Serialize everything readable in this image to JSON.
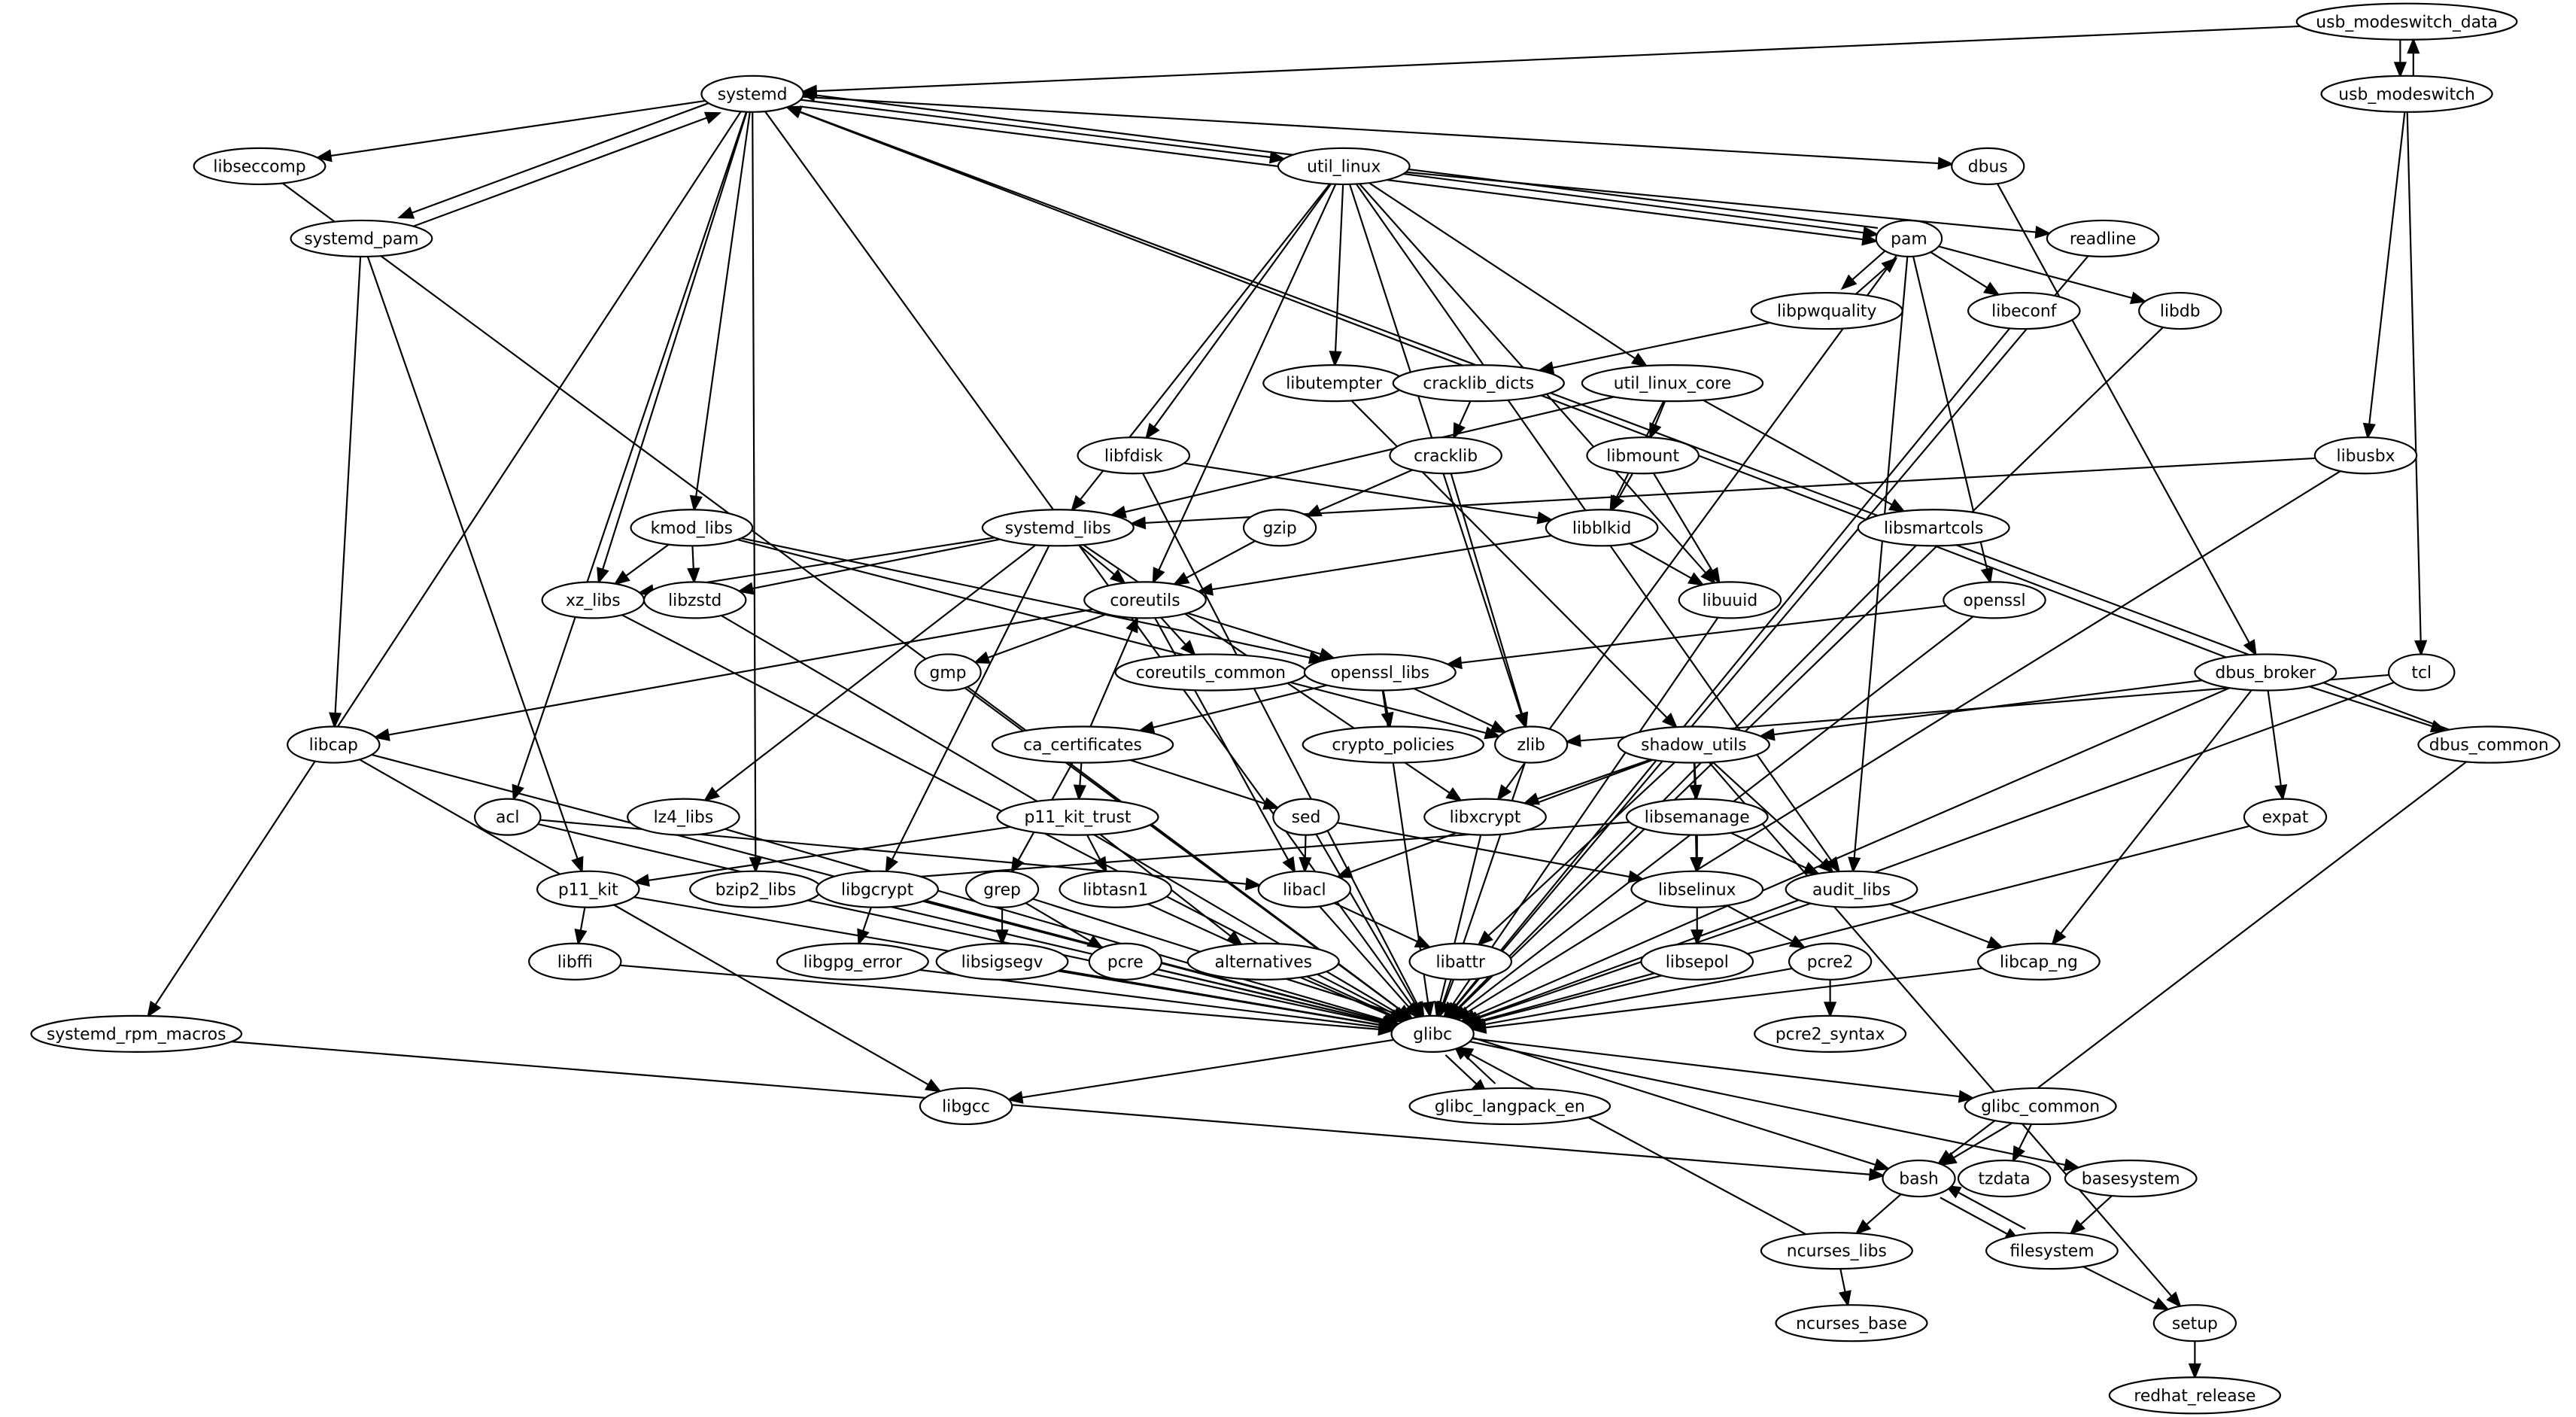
{
  "graph": {
    "nodes": [
      "usb_modeswitch_data",
      "systemd",
      "usb_modeswitch",
      "libseccomp",
      "util_linux",
      "dbus",
      "systemd_pam",
      "pam",
      "readline",
      "libpwquality",
      "libeconf",
      "libdb",
      "libutempter",
      "cracklib_dicts",
      "util_linux_core",
      "libfdisk",
      "cracklib",
      "libmount",
      "libusbx",
      "kmod_libs",
      "systemd_libs",
      "gzip",
      "libblkid",
      "libsmartcols",
      "xz_libs",
      "libzstd",
      "coreutils",
      "libuuid",
      "openssl",
      "gmp",
      "coreutils_common",
      "openssl_libs",
      "dbus_broker",
      "tcl",
      "libcap",
      "ca_certificates",
      "crypto_policies",
      "zlib",
      "shadow_utils",
      "dbus_common",
      "acl",
      "lz4_libs",
      "p11_kit_trust",
      "sed",
      "libxcrypt",
      "libsemanage",
      "expat",
      "p11_kit",
      "bzip2_libs",
      "libgcrypt",
      "grep",
      "libtasn1",
      "libacl",
      "libselinux",
      "audit_libs",
      "libffi",
      "libgpg_error",
      "libsigsegv",
      "pcre",
      "alternatives",
      "libattr",
      "libsepol",
      "pcre2",
      "libcap_ng",
      "systemd_rpm_macros",
      "glibc",
      "pcre2_syntax",
      "libgcc",
      "glibc_langpack_en",
      "glibc_common",
      "bash",
      "tzdata",
      "basesystem",
      "ncurses_libs",
      "filesystem",
      "ncurses_base",
      "setup",
      "redhat_release"
    ],
    "edges": [
      [
        "usb_modeswitch_data",
        "systemd"
      ],
      [
        "usb_modeswitch_data",
        "usb_modeswitch"
      ],
      [
        "usb_modeswitch",
        "usb_modeswitch_data"
      ],
      [
        "usb_modeswitch",
        "libusbx"
      ],
      [
        "usb_modeswitch",
        "tcl"
      ],
      [
        "systemd",
        "libseccomp"
      ],
      [
        "systemd",
        "util_linux"
      ],
      [
        "systemd",
        "dbus"
      ],
      [
        "systemd",
        "systemd_pam"
      ],
      [
        "systemd",
        "pam"
      ],
      [
        "systemd",
        "kmod_libs"
      ],
      [
        "systemd",
        "xz_libs"
      ],
      [
        "systemd",
        "acl"
      ],
      [
        "systemd",
        "bzip2_libs"
      ],
      [
        "systemd",
        "systemd_rpm_macros"
      ],
      [
        "systemd",
        "glibc"
      ],
      [
        "systemd_pam",
        "systemd"
      ],
      [
        "pam",
        "systemd"
      ],
      [
        "dbus_broker",
        "systemd"
      ],
      [
        "dbus_common",
        "systemd"
      ],
      [
        "libseccomp",
        "glibc"
      ],
      [
        "util_linux",
        "pam"
      ],
      [
        "util_linux",
        "readline"
      ],
      [
        "util_linux",
        "libutempter"
      ],
      [
        "util_linux",
        "util_linux_core"
      ],
      [
        "util_linux",
        "libfdisk"
      ],
      [
        "util_linux",
        "systemd_libs"
      ],
      [
        "util_linux",
        "coreutils"
      ],
      [
        "util_linux",
        "zlib"
      ],
      [
        "util_linux",
        "libuuid"
      ],
      [
        "util_linux",
        "audit_libs"
      ],
      [
        "systemd_pam",
        "libcap"
      ],
      [
        "systemd_pam",
        "p11_kit"
      ],
      [
        "dbus",
        "dbus_broker"
      ],
      [
        "pam",
        "libpwquality"
      ],
      [
        "pam",
        "libeconf"
      ],
      [
        "pam",
        "libdb"
      ],
      [
        "pam",
        "openssl"
      ],
      [
        "pam",
        "audit_libs"
      ],
      [
        "pam",
        "libxcrypt"
      ],
      [
        "libpwquality",
        "pam"
      ],
      [
        "libpwquality",
        "cracklib_dicts"
      ],
      [
        "readline",
        "glibc"
      ],
      [
        "libeconf",
        "glibc"
      ],
      [
        "libdb",
        "glibc"
      ],
      [
        "libutempter",
        "shadow_utils"
      ],
      [
        "cracklib_dicts",
        "cracklib"
      ],
      [
        "util_linux_core",
        "libmount"
      ],
      [
        "util_linux_core",
        "libblkid"
      ],
      [
        "util_linux_core",
        "libsmartcols"
      ],
      [
        "util_linux_core",
        "systemd_libs"
      ],
      [
        "libfdisk",
        "libblkid"
      ],
      [
        "libfdisk",
        "glibc"
      ],
      [
        "cracklib",
        "gzip"
      ],
      [
        "cracklib",
        "zlib"
      ],
      [
        "libmount",
        "libblkid"
      ],
      [
        "libmount",
        "libuuid"
      ],
      [
        "libusbx",
        "systemd_libs"
      ],
      [
        "libusbx",
        "glibc"
      ],
      [
        "kmod_libs",
        "xz_libs"
      ],
      [
        "kmod_libs",
        "libzstd"
      ],
      [
        "kmod_libs",
        "openssl_libs"
      ],
      [
        "kmod_libs",
        "zlib"
      ],
      [
        "systemd_libs",
        "xz_libs"
      ],
      [
        "systemd_libs",
        "libzstd"
      ],
      [
        "systemd_libs",
        "lz4_libs"
      ],
      [
        "systemd_libs",
        "libgcrypt"
      ],
      [
        "systemd_libs",
        "coreutils"
      ],
      [
        "systemd_libs",
        "libxcrypt"
      ],
      [
        "gzip",
        "coreutils"
      ],
      [
        "libblkid",
        "coreutils"
      ],
      [
        "libblkid",
        "libuuid"
      ],
      [
        "libsmartcols",
        "glibc"
      ],
      [
        "xz_libs",
        "glibc"
      ],
      [
        "libzstd",
        "glibc"
      ],
      [
        "coreutils",
        "gmp"
      ],
      [
        "coreutils",
        "coreutils_common"
      ],
      [
        "coreutils",
        "openssl_libs"
      ],
      [
        "coreutils",
        "libcap"
      ],
      [
        "coreutils",
        "libacl"
      ],
      [
        "libuuid",
        "glibc"
      ],
      [
        "openssl",
        "openssl_libs"
      ],
      [
        "openssl",
        "glibc"
      ],
      [
        "gmp",
        "glibc"
      ],
      [
        "openssl_libs",
        "ca_certificates"
      ],
      [
        "openssl_libs",
        "crypto_policies"
      ],
      [
        "openssl_libs",
        "zlib"
      ],
      [
        "openssl_libs",
        "glibc"
      ],
      [
        "dbus_broker",
        "shadow_utils"
      ],
      [
        "dbus_broker",
        "expat"
      ],
      [
        "dbus_broker",
        "dbus_common"
      ],
      [
        "dbus_broker",
        "libcap_ng"
      ],
      [
        "dbus_broker",
        "glibc"
      ],
      [
        "tcl",
        "zlib"
      ],
      [
        "tcl",
        "glibc"
      ],
      [
        "libcap",
        "glibc"
      ],
      [
        "libcap",
        "libgcc"
      ],
      [
        "ca_certificates",
        "coreutils"
      ],
      [
        "ca_certificates",
        "p11_kit_trust"
      ],
      [
        "ca_certificates",
        "grep"
      ],
      [
        "ca_certificates",
        "sed"
      ],
      [
        "zlib",
        "glibc"
      ],
      [
        "shadow_utils",
        "libxcrypt"
      ],
      [
        "shadow_utils",
        "libsemanage"
      ],
      [
        "shadow_utils",
        "libselinux"
      ],
      [
        "shadow_utils",
        "audit_libs"
      ],
      [
        "shadow_utils",
        "libattr"
      ],
      [
        "shadow_utils",
        "setup"
      ],
      [
        "shadow_utils",
        "libacl"
      ],
      [
        "dbus_common",
        "bash"
      ],
      [
        "acl",
        "libacl"
      ],
      [
        "acl",
        "glibc"
      ],
      [
        "lz4_libs",
        "glibc"
      ],
      [
        "p11_kit_trust",
        "p11_kit"
      ],
      [
        "p11_kit_trust",
        "libtasn1"
      ],
      [
        "p11_kit_trust",
        "alternatives"
      ],
      [
        "sed",
        "libacl"
      ],
      [
        "sed",
        "libselinux"
      ],
      [
        "sed",
        "glibc"
      ],
      [
        "libxcrypt",
        "glibc"
      ],
      [
        "libsemanage",
        "libselinux"
      ],
      [
        "libsemanage",
        "audit_libs"
      ],
      [
        "libsemanage",
        "bzip2_libs"
      ],
      [
        "expat",
        "glibc"
      ],
      [
        "p11_kit",
        "libffi"
      ],
      [
        "p11_kit",
        "glibc"
      ],
      [
        "bzip2_libs",
        "glibc"
      ],
      [
        "libgcrypt",
        "libgpg_error"
      ],
      [
        "libgcrypt",
        "glibc"
      ],
      [
        "grep",
        "libsigsegv"
      ],
      [
        "grep",
        "pcre"
      ],
      [
        "grep",
        "bash"
      ],
      [
        "libtasn1",
        "glibc"
      ],
      [
        "libacl",
        "libattr"
      ],
      [
        "libacl",
        "glibc"
      ],
      [
        "libselinux",
        "libsepol"
      ],
      [
        "libselinux",
        "pcre2"
      ],
      [
        "audit_libs",
        "libcap_ng"
      ],
      [
        "audit_libs",
        "glibc"
      ],
      [
        "libffi",
        "glibc"
      ],
      [
        "libsigsegv",
        "glibc"
      ],
      [
        "pcre",
        "glibc"
      ],
      [
        "alternatives",
        "glibc"
      ],
      [
        "libattr",
        "glibc"
      ],
      [
        "libsepol",
        "glibc"
      ],
      [
        "pcre2",
        "glibc"
      ],
      [
        "libgpg_error",
        "glibc"
      ],
      [
        "libcap_ng",
        "glibc"
      ],
      [
        "pcre2",
        "pcre2_syntax"
      ],
      [
        "systemd_rpm_macros",
        "bash"
      ],
      [
        "glibc",
        "libgcc"
      ],
      [
        "glibc",
        "glibc_langpack_en"
      ],
      [
        "glibc",
        "glibc_common"
      ],
      [
        "glibc",
        "basesystem"
      ],
      [
        "glibc_langpack_en",
        "glibc"
      ],
      [
        "glibc_common",
        "bash"
      ],
      [
        "glibc_common",
        "tzdata"
      ],
      [
        "bash",
        "ncurses_libs"
      ],
      [
        "bash",
        "filesystem"
      ],
      [
        "basesystem",
        "filesystem"
      ],
      [
        "ncurses_libs",
        "ncurses_base"
      ],
      [
        "ncurses_libs",
        "glibc"
      ],
      [
        "filesystem",
        "bash"
      ],
      [
        "filesystem",
        "setup"
      ],
      [
        "setup",
        "redhat_release"
      ]
    ]
  }
}
